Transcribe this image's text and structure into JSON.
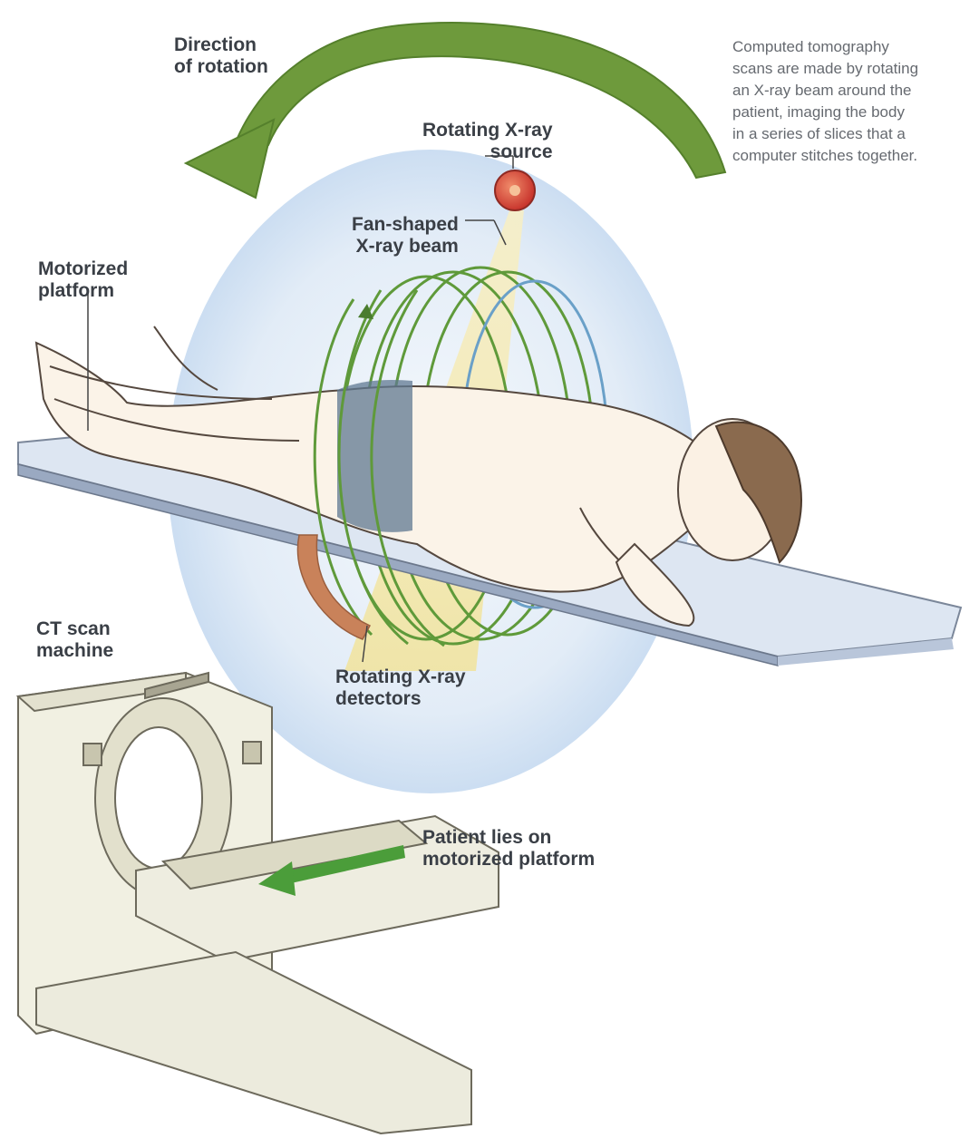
{
  "labels": {
    "rotation": [
      "Direction",
      "of rotation"
    ],
    "source": [
      "Rotating X-ray",
      "source"
    ],
    "beam": [
      "Fan-shaped",
      "X-ray beam"
    ],
    "platform": [
      "Motorized",
      "platform"
    ],
    "machine": [
      "CT scan",
      "machine"
    ],
    "detectors": [
      "Rotating X-ray",
      "detectors"
    ],
    "patient": [
      "Patient lies on",
      "motorized platform"
    ]
  },
  "description": [
    "Computed tomography",
    "scans are made by rotating",
    "an X-ray beam around the",
    "patient, imaging the body",
    "in a series of slices that a",
    "computer stitches together."
  ],
  "colors": {
    "rotation_arrow": "#6e9a3c",
    "xray_source": "#d8443a",
    "beam": "#f2e6a6",
    "rings": "#5f9a3a",
    "disc": "#dbe9f6",
    "detector_arc": "#c9825a",
    "platform": "#c5d3e6",
    "machine_body": "#efefe0",
    "platform_arrow": "#4b9d3a"
  }
}
